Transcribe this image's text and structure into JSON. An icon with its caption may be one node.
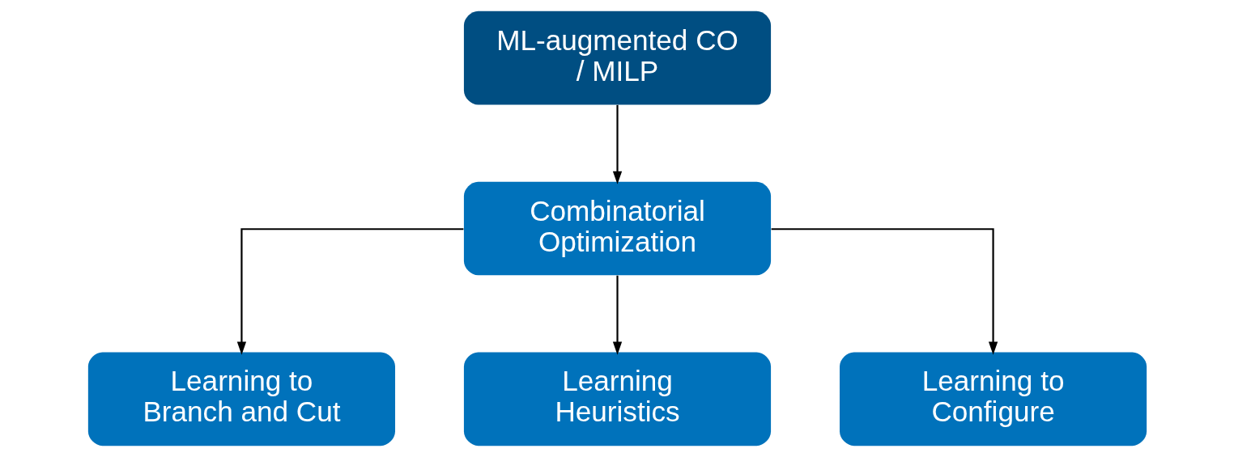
{
  "diagram": {
    "nodes": [
      {
        "text": [
          "ML-augmented CO / MILP"
        ]
      },
      {
        "text": [
          "Combinatorial Optimization"
        ]
      },
      {
        "text": [
          "Learning to Branch and Cut"
        ]
      },
      {
        "text": [
          "Learning Heuristics"
        ]
      },
      {
        "text": [
          "Learning to Configure"
        ]
      }
    ],
    "edges": [
      {
        "from": 0,
        "to": 1,
        "arrow": "to"
      },
      {
        "from": 1,
        "to": 2,
        "arrow": "to"
      },
      {
        "from": 1,
        "to": 3,
        "arrow": "to"
      },
      {
        "from": 1,
        "to": 4,
        "arrow": "to"
      }
    ]
  }
}
